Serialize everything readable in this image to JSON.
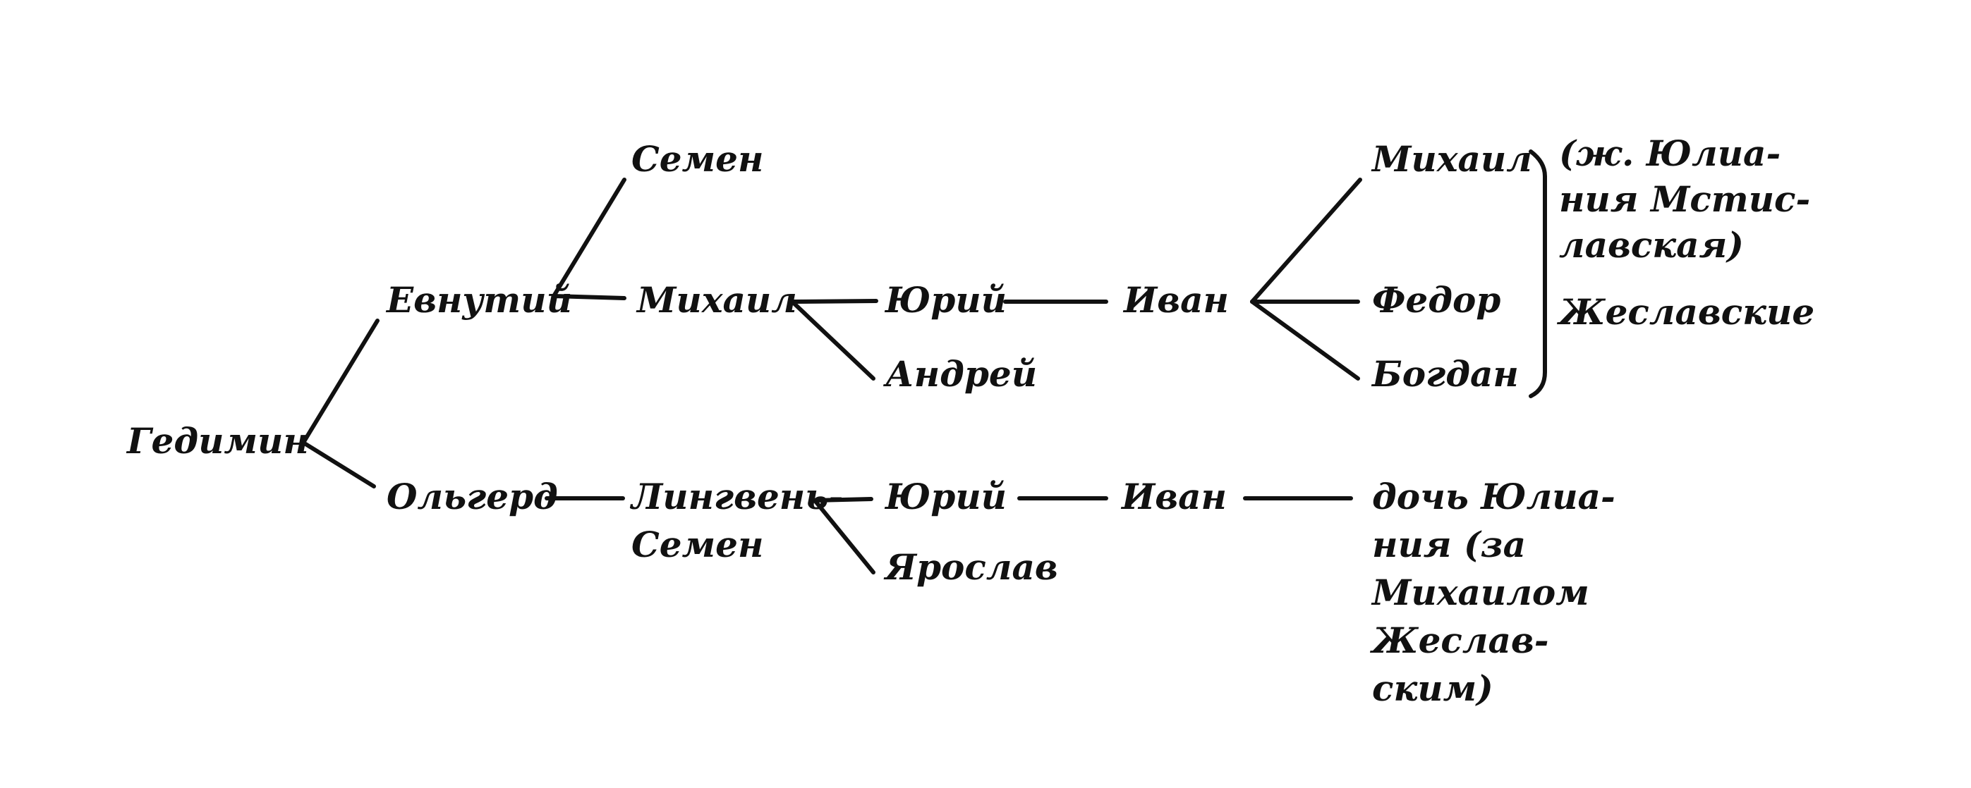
{
  "nodes": {
    "gedimin": "Гедимин",
    "evnutiy": "Евнутий",
    "olgerd": "Ольгерд",
    "semen": "Семен",
    "mikhail_1": "Михаил",
    "yuriy_1": "Юрий",
    "andrey": "Андрей",
    "ivan_1": "Иван",
    "mikhail_2": "Михаил",
    "fedor": "Федор",
    "bogdan": "Богдан",
    "lingven_line1": "Лингвень-",
    "lingven_line2": "Семен",
    "yuriy_2": "Юрий",
    "yaroslav": "Ярослав",
    "ivan_2": "Иван",
    "daughter": [
      "дочь Юлиа-",
      "ния (за",
      "Михаилом",
      "Жеслав-",
      "ским)"
    ]
  },
  "annotations": {
    "wife_note": [
      "(ж. Юлиа-",
      "ния Мстис-",
      "лавская)"
    ],
    "family_name": "Жеславские"
  },
  "colors": {
    "ink": "#111111",
    "background": "#ffffff"
  }
}
